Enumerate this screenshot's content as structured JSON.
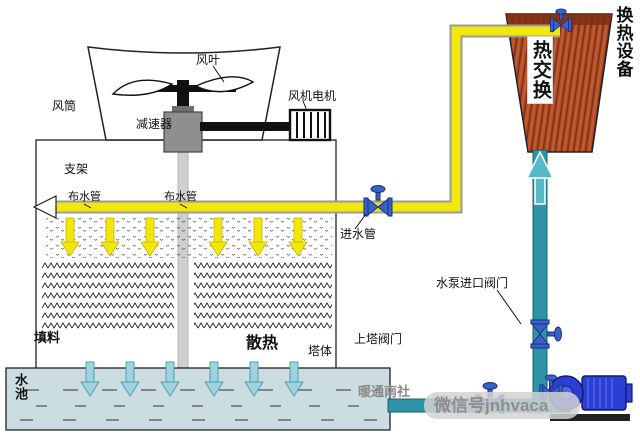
{
  "tower": {
    "fan_blade_label": "风叶",
    "fan_duct_label": "风筒",
    "fan_motor_label": "风机电机",
    "reducer_label": "减速器",
    "support_label": "支架",
    "dist_pipe_labels": [
      "布水管",
      "布水管"
    ],
    "inlet_pipe_label": "进水管",
    "fill_label": "填料",
    "heat_dissipation_label": "散热",
    "tower_body_label": "塔体",
    "pool_label": "水池"
  },
  "circuit": {
    "pump_inlet_valve_label": "水泵进口阀门",
    "tower_valve_label": "上塔阀门",
    "heat_exchange_equipment_label": "换热设备",
    "heat_exchange_label": "热交换"
  },
  "watermark": {
    "brand": "暖通南社",
    "wechat": "微信号jnhvaca"
  },
  "colors": {
    "hot_water_pipe": "#f2e70a",
    "cold_water_pipe": "#2f93a8",
    "heat_exchanger": "#b5502a",
    "pump_body": "#2b3fd4",
    "valve": "#3a5fc8",
    "pool_water": "#ccdde2"
  }
}
